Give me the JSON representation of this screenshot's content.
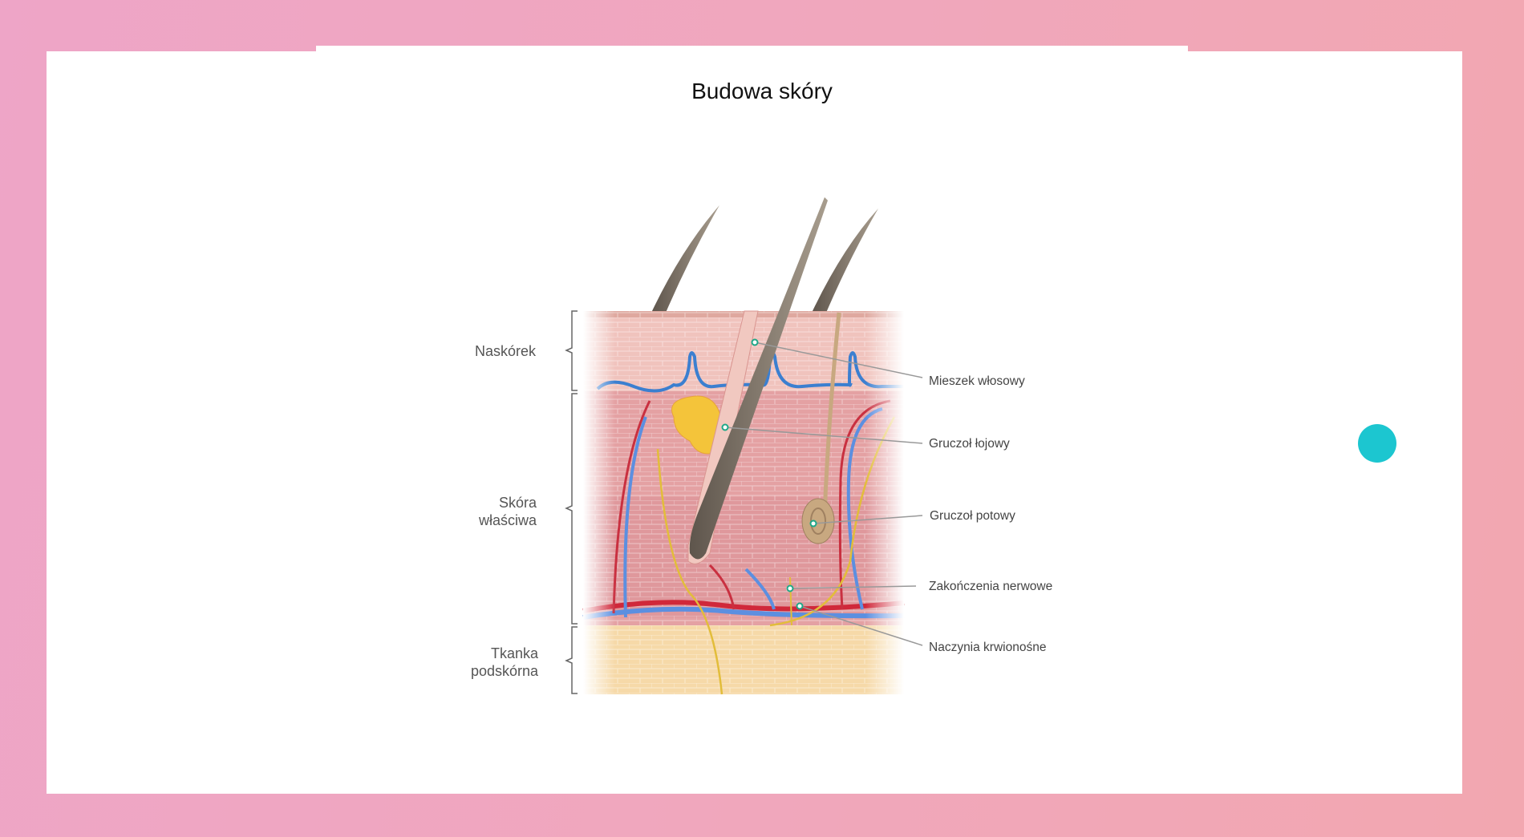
{
  "title": "Budowa skóry",
  "layers": [
    {
      "label": "Naskórek"
    },
    {
      "label_line1": "Skóra",
      "label_line2": "właściwa"
    },
    {
      "label_line1": "Tkanka",
      "label_line2": "podskórna"
    }
  ],
  "callouts": [
    "Mieszek włosowy",
    "Gruczoł łojowy",
    "Gruczoł potowy",
    "Zakończenia nerwowe",
    "Naczynia krwionośne"
  ],
  "colors": {
    "accent": "#1cc6d0",
    "pointer": "#1ea888"
  }
}
